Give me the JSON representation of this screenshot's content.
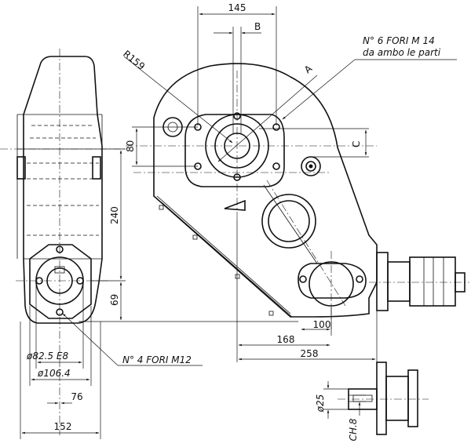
{
  "dimensions": {
    "width_145": "145",
    "label_b": "B",
    "radius_159": "R159",
    "label_a": "A",
    "label_c": "C",
    "height_80": "80",
    "height_240": "240",
    "height_69": "69",
    "len_100": "100",
    "len_168": "168",
    "len_258": "258",
    "dia_82_5": "ø82.5 E8",
    "dia_106_4": "ø106.4",
    "width_76": "76",
    "width_152": "152",
    "dia_25": "ø25",
    "key_ch8": "CH.8"
  },
  "notes": {
    "holes_m14_line1": "N° 6 FORI M 14",
    "holes_m14_line2": "da ambo le parti",
    "holes_m12": "N° 4 FORI M12"
  }
}
